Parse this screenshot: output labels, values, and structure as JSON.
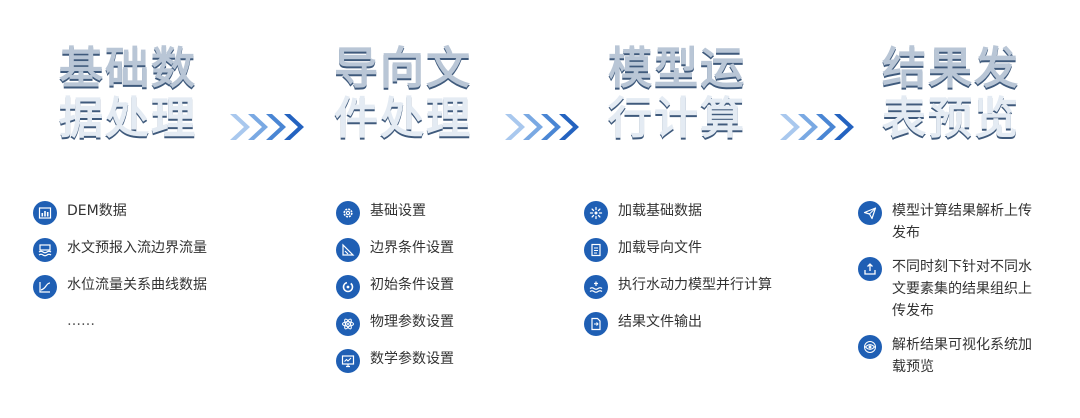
{
  "stages": [
    {
      "title_line1": "基础数",
      "title_line2": "据处理",
      "items": [
        {
          "label": "DEM数据",
          "icon": "bar-chart-icon"
        },
        {
          "label": "水文预报入流边界流量",
          "icon": "water-level-icon"
        },
        {
          "label": "水位流量关系曲线数据",
          "icon": "curve-chart-icon"
        }
      ],
      "ellipsis": "……"
    },
    {
      "title_line1": "导向文",
      "title_line2": "件处理",
      "items": [
        {
          "label": "基础设置",
          "icon": "gear-icon"
        },
        {
          "label": "边界条件设置",
          "icon": "boundary-icon"
        },
        {
          "label": "初始条件设置",
          "icon": "cycle-icon"
        },
        {
          "label": "物理参数设置",
          "icon": "atom-icon"
        },
        {
          "label": "数学参数设置",
          "icon": "monitor-icon"
        }
      ]
    },
    {
      "title_line1": "模型运",
      "title_line2": "行计算",
      "items": [
        {
          "label": "加载基础数据",
          "icon": "loading-icon"
        },
        {
          "label": "加载导向文件",
          "icon": "document-icon"
        },
        {
          "label": "执行水动力模型并行计算",
          "icon": "wave-icon"
        },
        {
          "label": "结果文件输出",
          "icon": "file-export-icon"
        }
      ]
    },
    {
      "title_line1": "结果发",
      "title_line2": "表预览",
      "items": [
        {
          "label_lines": [
            "模型计算结果解析上传",
            "发布"
          ],
          "icon": "send-icon"
        },
        {
          "label_lines": [
            "不同时刻下针对不同水",
            "文要素集的结果组织上",
            "传发布"
          ],
          "icon": "upload-icon"
        },
        {
          "label_lines": [
            "解析结果可视化系统加",
            "载预览"
          ],
          "icon": "eye-icon"
        }
      ]
    }
  ],
  "colors": {
    "accent": "#1f5fb4",
    "arrow_light": "#a9c8ee",
    "arrow_dark": "#2463c0"
  }
}
